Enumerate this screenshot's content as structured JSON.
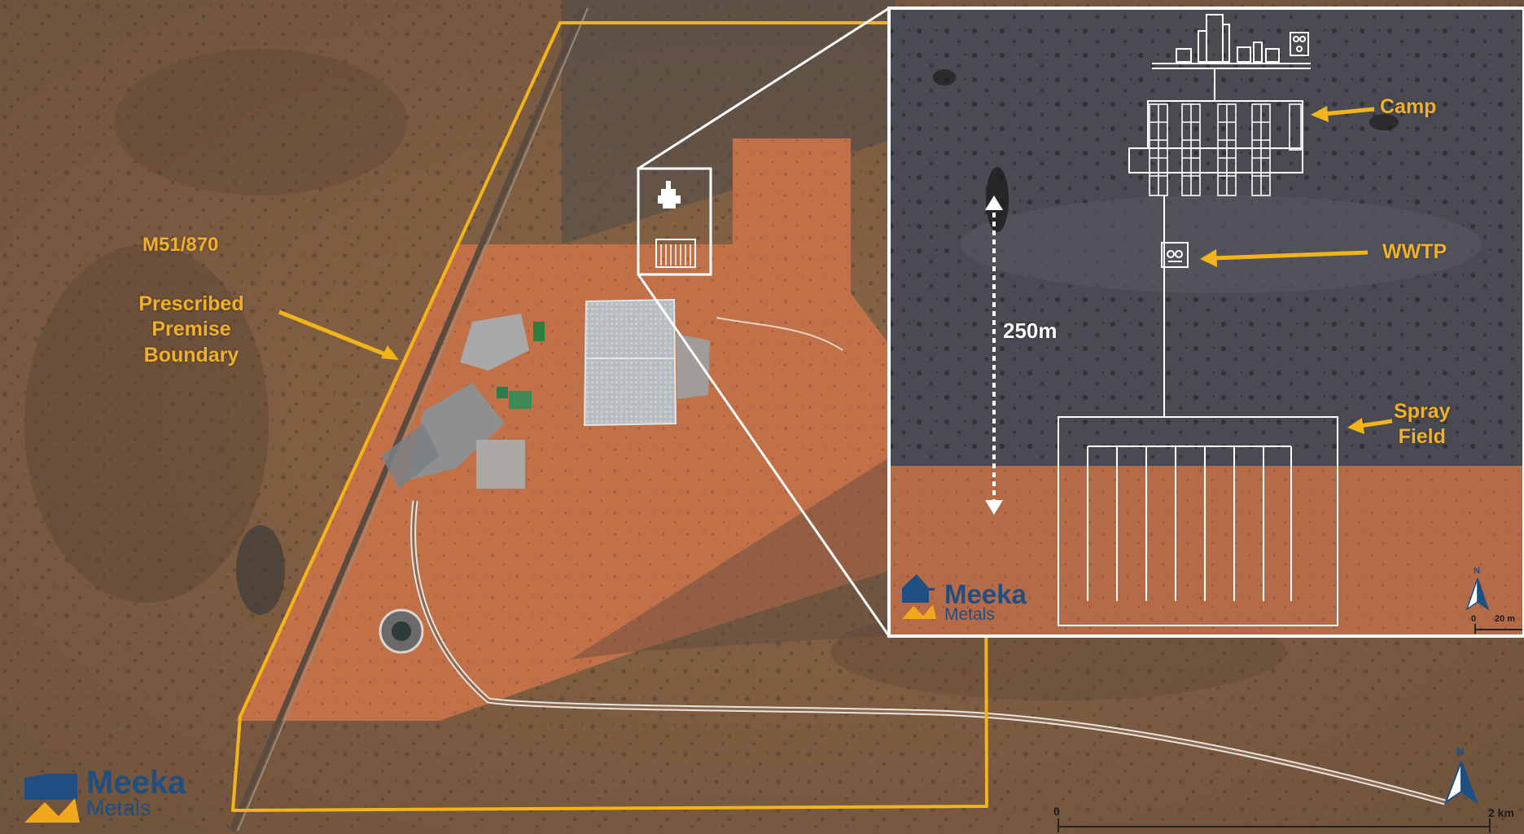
{
  "main_map": {
    "tenement_label": "M51/870",
    "boundary_label": [
      "Prescribed",
      "Premise",
      "Boundary"
    ],
    "scale_start": "0",
    "scale_end": "2 km",
    "north": "N"
  },
  "inset": {
    "camp_label": "Camp",
    "wwtp_label": "WWTP",
    "spray_field_label": [
      "Spray",
      "Field"
    ],
    "distance_label": "250m",
    "scale_start": "0",
    "scale_end": "20 m",
    "north": "N"
  },
  "logo": {
    "name": "Meeka",
    "sub": "Metals"
  },
  "colors": {
    "boundary": "#f2b418",
    "label": "#f0b02a",
    "logo_blue": "#1f4f82",
    "logo_orange": "#f2a81d"
  }
}
